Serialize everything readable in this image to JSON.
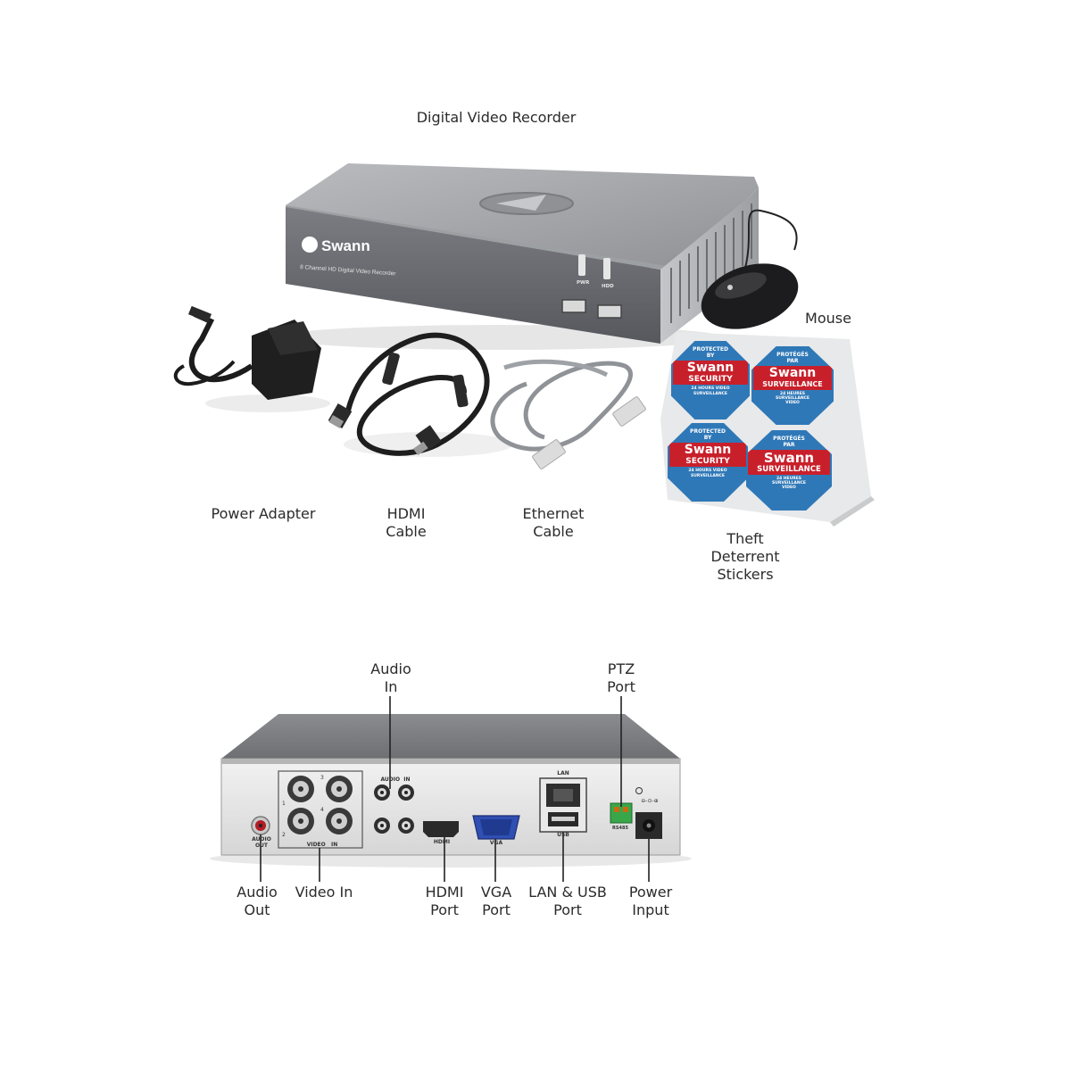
{
  "contents": {
    "dvr": "Digital Video Recorder",
    "mouse": "Mouse",
    "power_adapter": "Power Adapter",
    "hdmi_cable": [
      "HDMI",
      "Cable"
    ],
    "ethernet_cable": [
      "Ethernet",
      "Cable"
    ],
    "stickers": [
      "Theft",
      "Deterrent",
      "Stickers"
    ]
  },
  "dvr_front": {
    "brand": "Swann",
    "model": "8 Channel HD Digital Video Recorder",
    "led_labels": [
      "PWR",
      "HDD"
    ]
  },
  "stickers": [
    {
      "top": [
        "PROTECTED",
        "BY"
      ],
      "brand": "Swann",
      "band": "SECURITY",
      "bottom": [
        "24 HOURS VIDEO",
        "SURVEILLANCE"
      ]
    },
    {
      "top": [
        "PROTÉGÉS",
        "PAR"
      ],
      "brand": "Swann",
      "band": "SURVEILLANCE",
      "bottom": [
        "24 HEURES",
        "SURVEILLANCE",
        "VIDEO"
      ]
    },
    {
      "top": [
        "PROTECTED",
        "BY"
      ],
      "brand": "Swann",
      "band": "SECURITY",
      "bottom": [
        "24 HOURS VIDEO",
        "SURVEILLANCE"
      ]
    },
    {
      "top": [
        "PROTÉGÉS",
        "PAR"
      ],
      "brand": "Swann",
      "band": "SURVEILLANCE",
      "bottom": [
        "24 HEURES",
        "SURVEILLANCE",
        "VIDEO"
      ]
    }
  ],
  "rear_panel": {
    "printed": {
      "audio_out": [
        "AUDIO",
        "OUT"
      ],
      "video_in": "VIDEO   IN",
      "audio_in": "AUDIO  IN",
      "bnc_numbers": [
        "1",
        "3",
        "2",
        "4"
      ],
      "hdmi": "HDMI",
      "vga": "VGA",
      "lan": "LAN",
      "usb": "USB",
      "rs485": "RS485",
      "power_symbol": "⊖-⊙-⊕"
    },
    "callouts": {
      "audio_in": [
        "Audio",
        "In"
      ],
      "ptz_port": [
        "PTZ",
        "Port"
      ],
      "audio_out": [
        "Audio",
        "Out"
      ],
      "video_in": "Video In",
      "hdmi_port": [
        "HDMI",
        "Port"
      ],
      "vga_port": [
        "VGA",
        "Port"
      ],
      "lan_usb_port": [
        "LAN & USB",
        "Port"
      ],
      "power_input": [
        "Power",
        "Input"
      ]
    }
  },
  "colors": {
    "label_text": "#2b2b2b",
    "dvr_body": "#6f7176",
    "dvr_top": "#a9abae",
    "sticker_blue": "#2f78b7",
    "sticker_red": "#c8202b",
    "terminal_green": "#3aa64a",
    "vga_blue": "#2f4fb3"
  }
}
